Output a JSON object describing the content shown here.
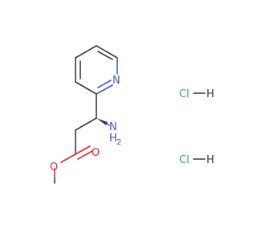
{
  "molecule": {
    "atoms": {
      "pyridine_n": {
        "label": "N",
        "color": "#3b56d8"
      },
      "amine_n": {
        "label": "N",
        "color": "#3b56d8"
      },
      "amine_h2": {
        "label": "H",
        "color": "#3b56d8"
      },
      "amine_h2_sub": {
        "label": "2",
        "color": "#3b56d8"
      },
      "carbonyl_o": {
        "label": "O",
        "color": "#e8262b"
      },
      "ester_o": {
        "label": "O",
        "color": "#e8262b"
      }
    }
  },
  "salts": [
    {
      "cl": "Cl",
      "h": "H",
      "cl_color": "#3cb043",
      "h_color": "#3c3c3c"
    },
    {
      "cl": "Cl",
      "h": "H",
      "cl_color": "#3cb043",
      "h_color": "#3c3c3c"
    }
  ],
  "colors": {
    "carbon_bond": "#3c3c3c",
    "nitrogen": "#3b56d8",
    "oxygen": "#e8262b",
    "chlorine": "#3cb043"
  }
}
